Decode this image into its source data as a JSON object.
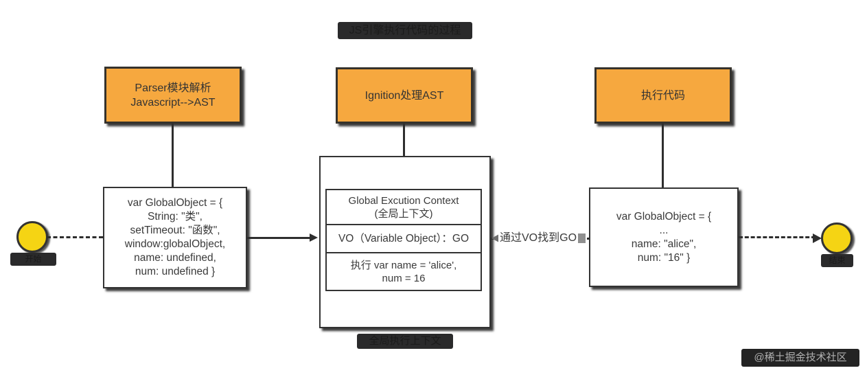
{
  "title": "JS引擎执行代码的过程",
  "caption": "全局执行上下文",
  "watermark": "@稀土掘金技术社区",
  "stages": [
    {
      "lines": [
        "Parser模块解析",
        "Javascript--&gt;AST"
      ],
      "plain": [
        "Parser模块解析",
        "Javascript-->AST"
      ]
    },
    {
      "lines": [
        "Ignition处理AST"
      ]
    },
    {
      "lines": [
        "执行代码"
      ]
    }
  ],
  "left_code_box": {
    "lines": [
      "var GlobalObject = {",
      "String: \"类\",",
      "setTimeout: \"函数\",",
      "window:globalObject,",
      "name: undefined,",
      "num: undefined    }"
    ]
  },
  "center_box": {
    "rows": [
      {
        "lines": [
          "Global Excution Context",
          "(全局上下文)"
        ]
      },
      {
        "lines": [
          "VO（Variable Object）：GO"
        ]
      },
      {
        "lines": [
          "执行 var name = 'alice',",
          "num = 16"
        ]
      }
    ]
  },
  "right_code_box": {
    "lines": [
      "var GlobalObject = {",
      "...",
      "name: \"alice\",",
      "num: \"16\"    }"
    ]
  },
  "flow_label": "通过VO找到GO",
  "start_node": {
    "label": "开始"
  },
  "end_node": {
    "label": "结束"
  },
  "colors": {
    "stage_box_fill": "#f6a83f",
    "node_fill": "#f5d414",
    "line": "#2e2e2e",
    "band_bg": "#2a2a2b",
    "watermark_bg": "#232323",
    "text": "#3a3a3a"
  }
}
